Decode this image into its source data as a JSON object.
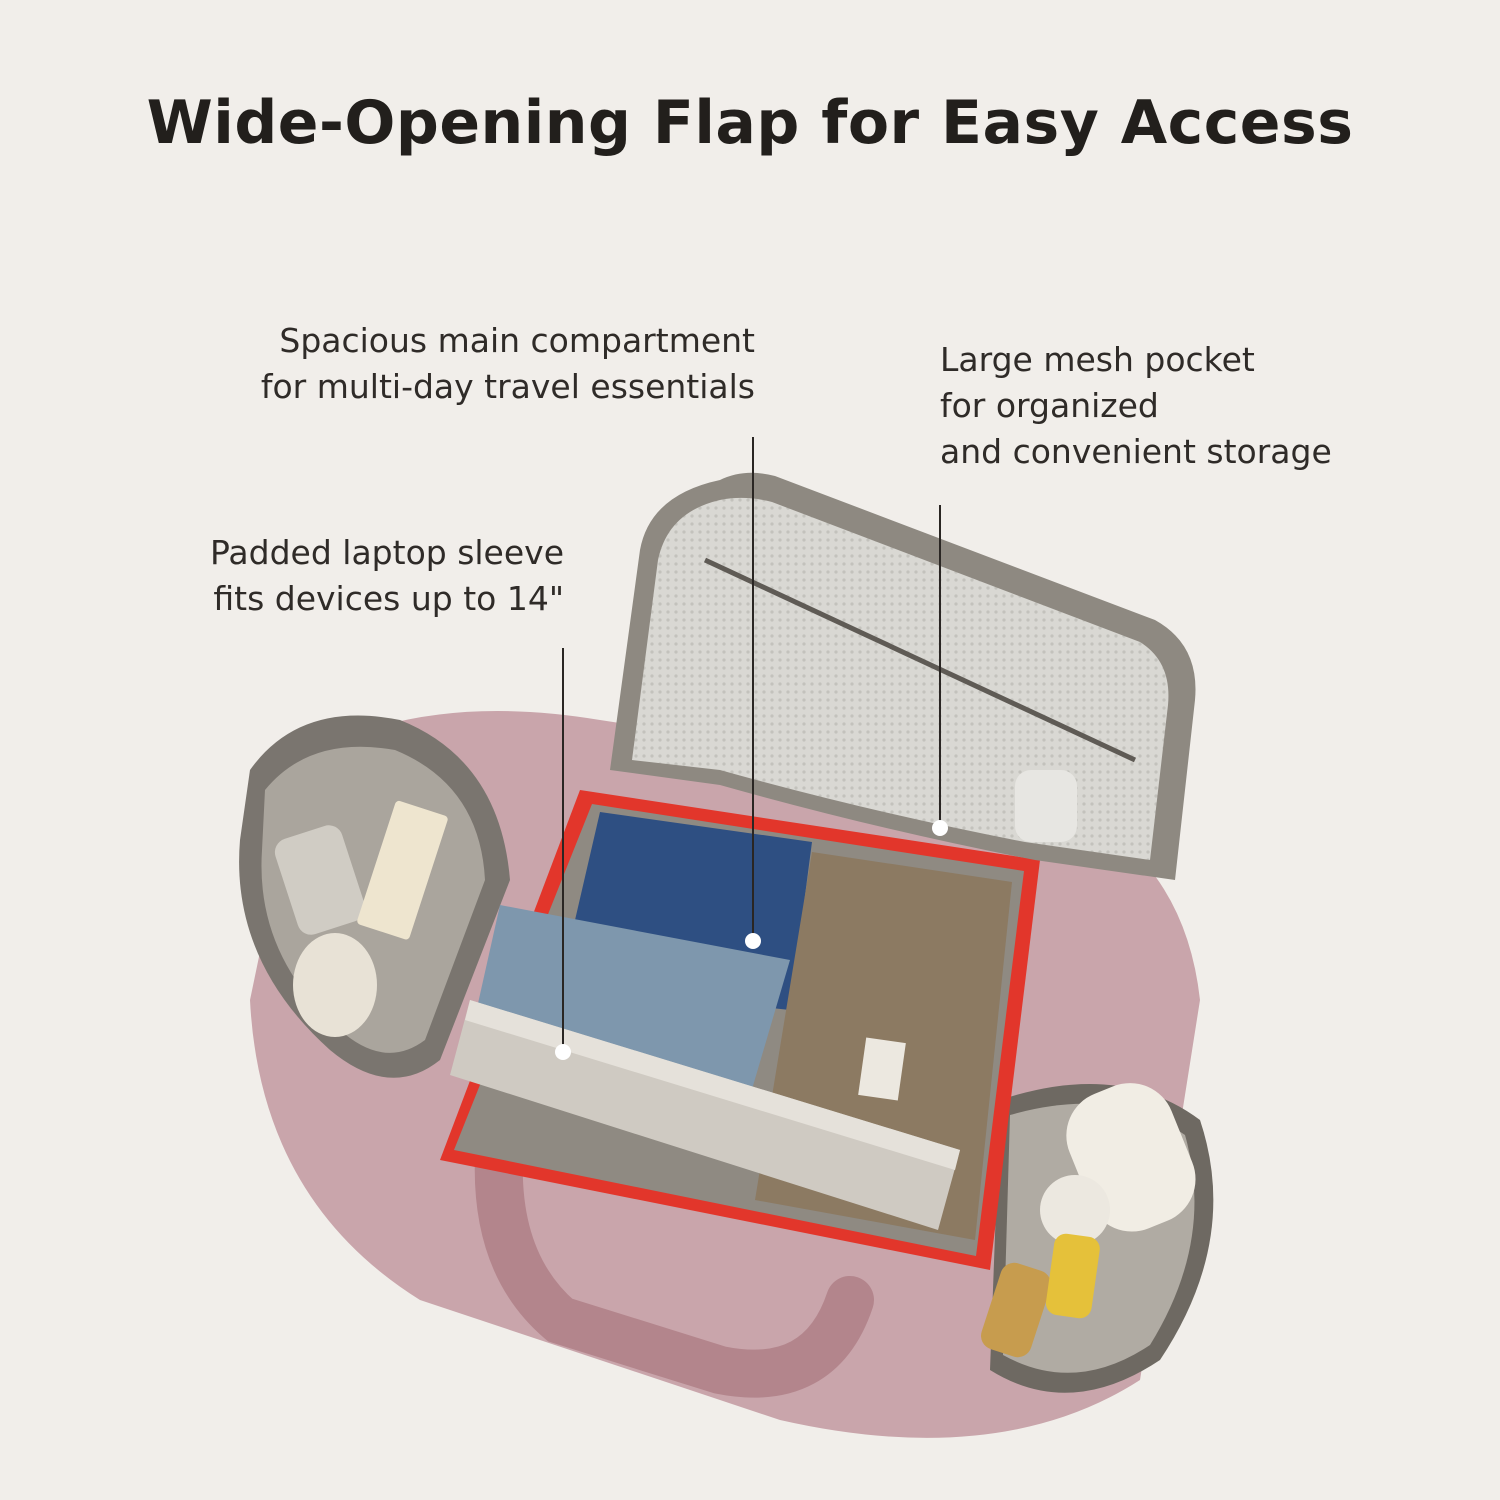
{
  "title": "Wide-Opening Flap for Easy Access",
  "callouts": {
    "main_compartment": [
      "Spacious main compartment",
      "for multi-day travel essentials"
    ],
    "mesh_pocket": [
      "Large mesh pocket",
      "for organized",
      "and convenient storage"
    ],
    "laptop_sleeve": [
      "Padded laptop sleeve",
      "fits devices up to 14\""
    ]
  },
  "colors": {
    "background": "#f1eeea",
    "bag_body": "#c9a5ab",
    "lining": "#9c978e",
    "zipper_trim": "#e2362b",
    "mesh": "#d5d4cf"
  }
}
